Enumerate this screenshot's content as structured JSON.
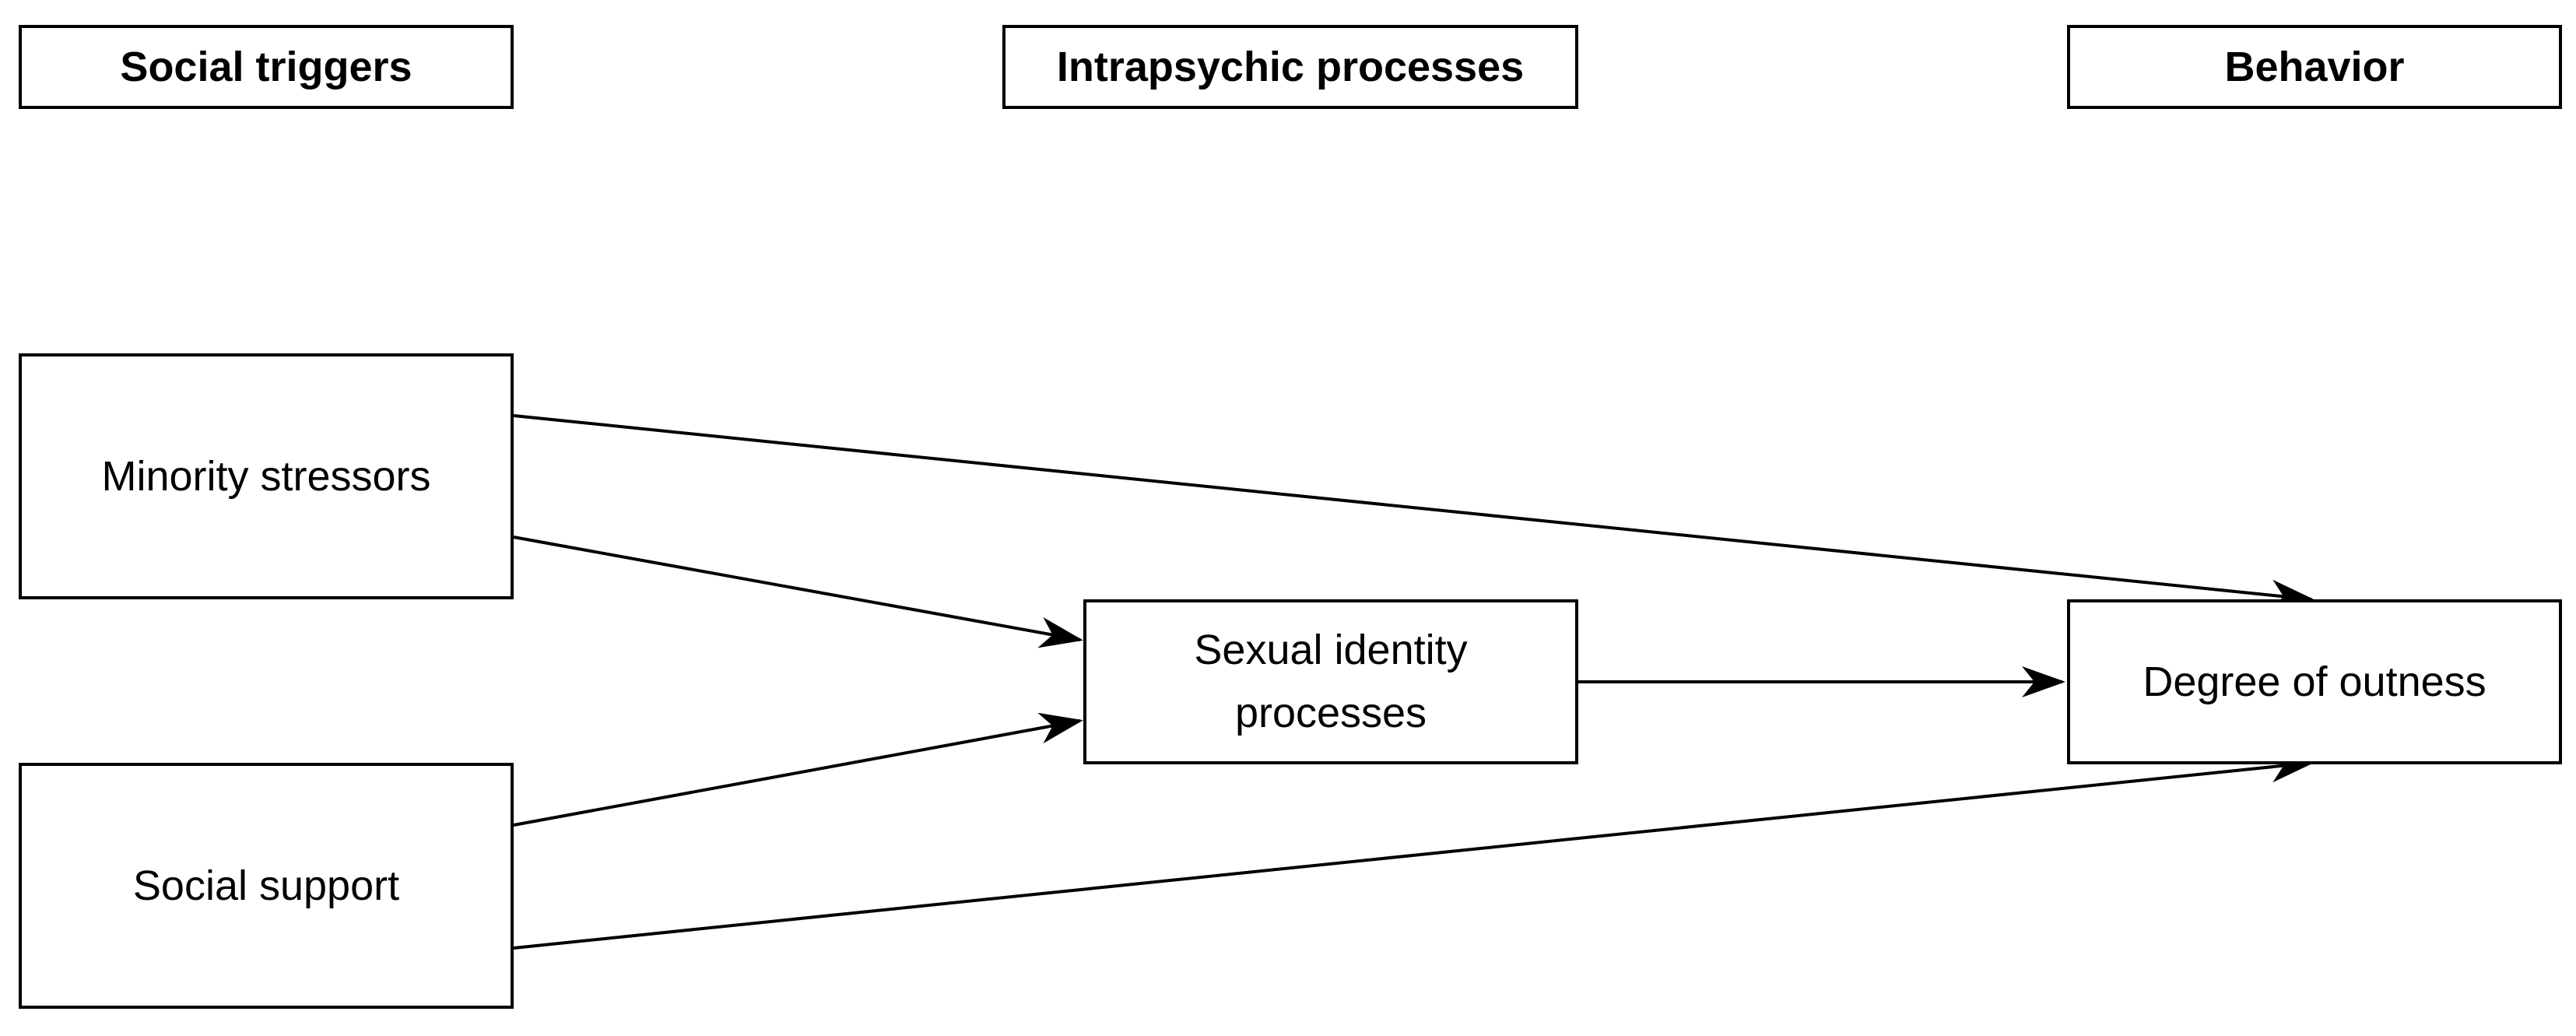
{
  "headers": {
    "social_triggers": "Social triggers",
    "intrapsychic_processes": "Intrapsychic processes",
    "behavior": "Behavior"
  },
  "nodes": {
    "minority_stressors": "Minority stressors",
    "social_support": "Social support",
    "sexual_identity_processes": "Sexual identity processes",
    "degree_of_outness": "Degree of outness"
  },
  "edges": [
    {
      "from": "minority_stressors",
      "to": "sexual_identity_processes"
    },
    {
      "from": "social_support",
      "to": "sexual_identity_processes"
    },
    {
      "from": "minority_stressors",
      "to": "degree_of_outness"
    },
    {
      "from": "social_support",
      "to": "degree_of_outness"
    },
    {
      "from": "sexual_identity_processes",
      "to": "degree_of_outness"
    }
  ],
  "colors": {
    "stroke": "#000000",
    "background": "#ffffff"
  }
}
